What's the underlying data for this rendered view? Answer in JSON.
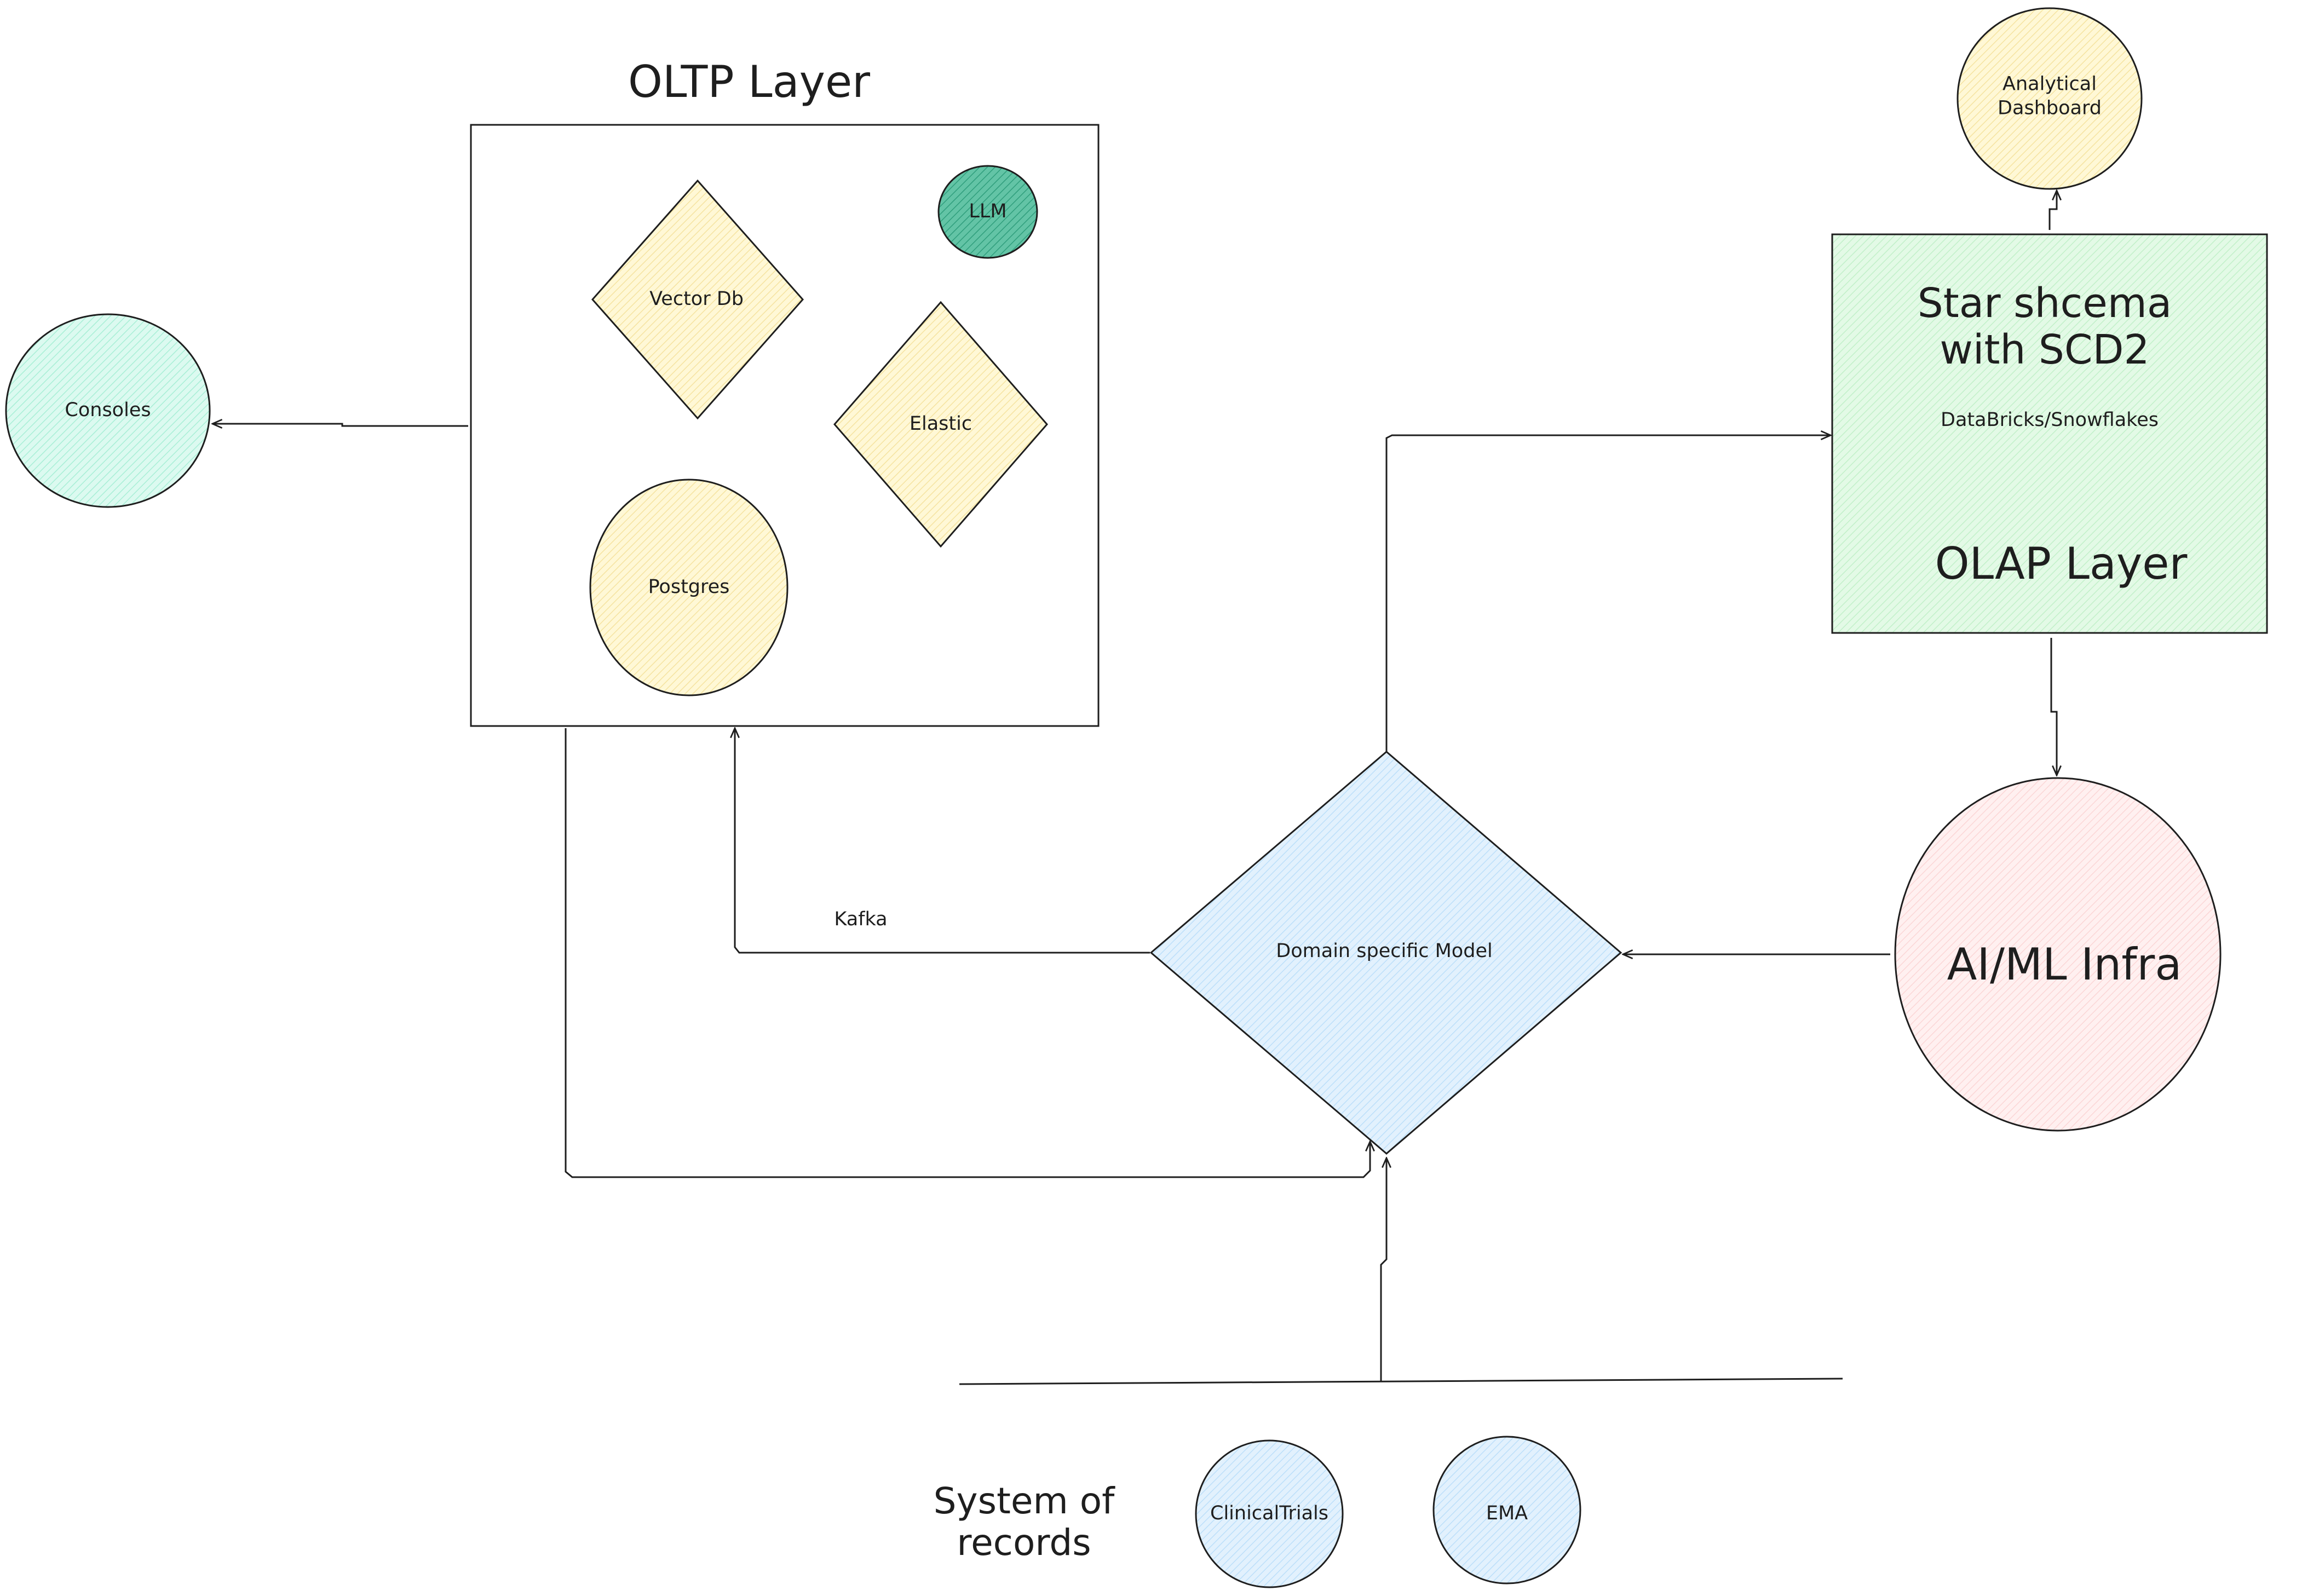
{
  "diagram": {
    "colors": {
      "stroke": "#1e1e1e",
      "cream": "#fff3bf",
      "teal_light": "#c3fae8",
      "teal_dark": "#0ca678",
      "green_light": "#d3f9d8",
      "blue_light": "#d0ebff",
      "pink_light": "#ffe3e3"
    },
    "oltp": {
      "title": "OLTP Layer",
      "llm": "LLM",
      "vector_db": "Vector Db",
      "elastic": "Elastic",
      "postgres": "Postgres"
    },
    "consoles": "Consoles",
    "olap": {
      "title": "Star shcema\nwith SCD2",
      "subtitle": "DataBricks/Snowflakes",
      "layer": "OLAP Layer"
    },
    "analytical_dashboard": "Analytical\nDashboard",
    "aiml": "AI/ML Infra",
    "domain_model": "Domain specific Model",
    "kafka": "Kafka",
    "system_of_records": {
      "title": "System of\nrecords",
      "clinical_trials": "ClinicalTrials",
      "ema": "EMA"
    }
  }
}
